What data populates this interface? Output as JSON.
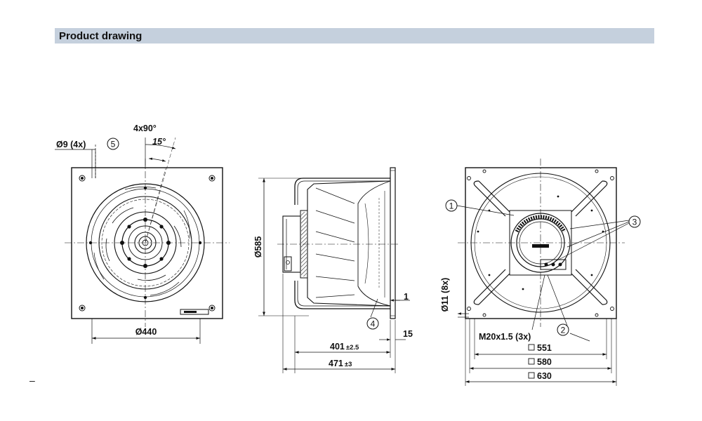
{
  "header": {
    "title": "Product drawing"
  },
  "page_mark": "–",
  "front_view": {
    "hole_dim": "Ø9 (4x)",
    "angle_spacing": "4x90°",
    "angle_offset": "15°",
    "width_dim": "Ø440",
    "callout_5": "5"
  },
  "side_view": {
    "diameter_dim": "Ø585",
    "depth_dim_value": "401",
    "depth_dim_tol": "±2.5",
    "total_dim_value": "471",
    "total_dim_tol": "±3",
    "flange_dim": "1",
    "flange_depth_dim": "15",
    "callout_4": "4"
  },
  "back_view": {
    "callout_1": "1",
    "callout_2": "2",
    "callout_3": "3",
    "hole_dim": "Ø11 (8x)",
    "cable_gland_dim": "M20x1.5 (3x)",
    "square_551": "551",
    "square_580": "580",
    "square_630": "630"
  }
}
